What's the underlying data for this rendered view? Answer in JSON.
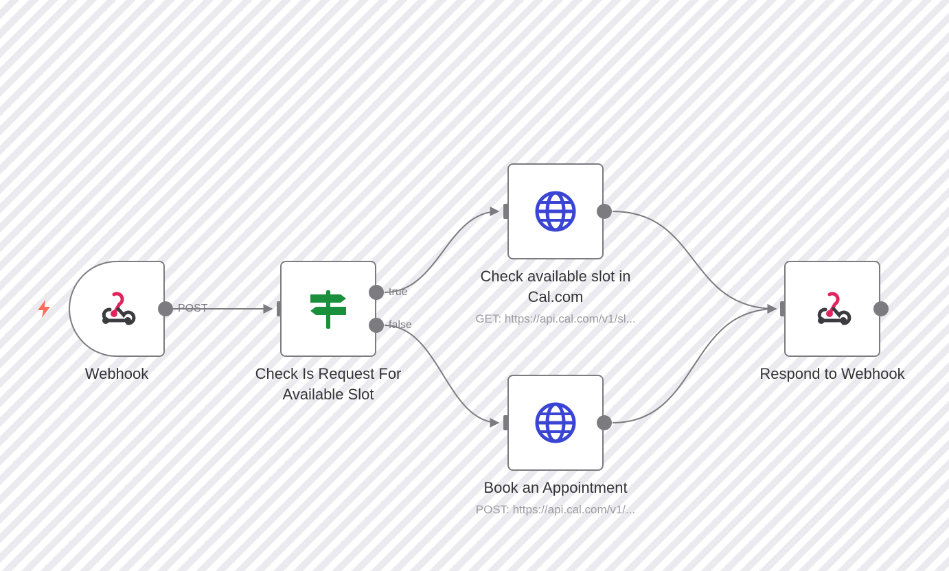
{
  "nodes": {
    "webhook": {
      "label": "Webhook",
      "icon": "webhook-icon"
    },
    "if_node": {
      "label_line1": "Check Is Request For",
      "label_line2": "Available Slot",
      "icon": "signpost-icon"
    },
    "check_slot": {
      "label_line1": "Check available slot in",
      "label_line2": "Cal.com",
      "subtitle": "GET: https://api.cal.com/v1/sl...",
      "icon": "globe-icon"
    },
    "book": {
      "label": "Book an Appointment",
      "subtitle": "POST: https://api.cal.com/v1/...",
      "icon": "globe-icon"
    },
    "respond": {
      "label": "Respond to Webhook",
      "icon": "webhook-icon"
    }
  },
  "edges": {
    "webhook_out": "POST",
    "if_true": "true",
    "if_false": "false"
  },
  "trigger_icon": "lightning-icon",
  "colors": {
    "webhook_pink": "#e0245e",
    "webhook_dark": "#3b3b40",
    "if_green": "#1a8f3c",
    "globe_blue": "#3b45d4",
    "trigger_orange": "#ff6d5a",
    "edge_gray": "#7b7b80"
  }
}
